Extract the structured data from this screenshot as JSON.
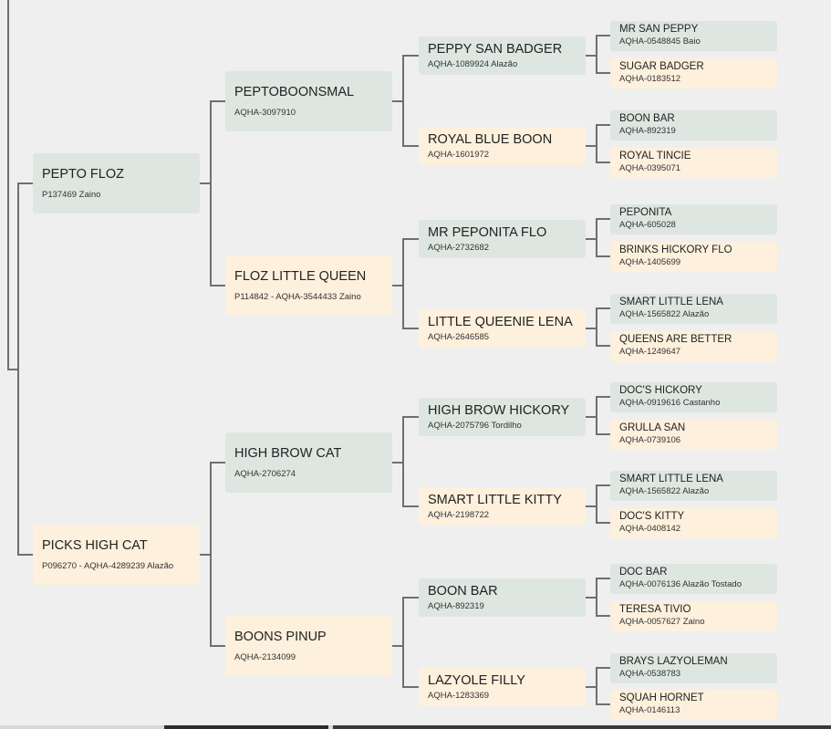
{
  "generations": [
    [
      {
        "name": "PEPTO FLOZ",
        "reg": "P137469 Zaino"
      },
      {
        "name": "PICKS HIGH CAT",
        "reg": "P096270 - AQHA-4289239 Alazão"
      }
    ],
    [
      {
        "name": "PEPTOBOONSMAL",
        "reg": "AQHA-3097910"
      },
      {
        "name": "FLOZ LITTLE QUEEN",
        "reg": "P114842 - AQHA-3544433 Zaino"
      },
      {
        "name": "HIGH BROW CAT",
        "reg": "AQHA-2706274"
      },
      {
        "name": "BOONS PINUP",
        "reg": "AQHA-2134099"
      }
    ],
    [
      {
        "name": "PEPPY SAN BADGER",
        "reg": "AQHA-1089924 Alazão"
      },
      {
        "name": "ROYAL BLUE BOON",
        "reg": "AQHA-1601972"
      },
      {
        "name": "MR PEPONITA FLO",
        "reg": "AQHA-2732682"
      },
      {
        "name": "LITTLE QUEENIE LENA",
        "reg": "AQHA-2646585"
      },
      {
        "name": "HIGH BROW HICKORY",
        "reg": "AQHA-2075796 Tordilho"
      },
      {
        "name": "SMART LITTLE KITTY",
        "reg": "AQHA-2198722"
      },
      {
        "name": "BOON BAR",
        "reg": "AQHA-892319"
      },
      {
        "name": "LAZYOLE FILLY",
        "reg": "AQHA-1283369"
      }
    ],
    [
      {
        "name": "MR SAN PEPPY",
        "reg": "AQHA-0548845 Baio"
      },
      {
        "name": "SUGAR BADGER",
        "reg": "AQHA-0183512"
      },
      {
        "name": "BOON BAR",
        "reg": "AQHA-892319"
      },
      {
        "name": "ROYAL TINCIE",
        "reg": "AQHA-0395071"
      },
      {
        "name": "PEPONITA",
        "reg": "AQHA-605028"
      },
      {
        "name": "BRINKS HICKORY FLO",
        "reg": "AQHA-1405699"
      },
      {
        "name": "SMART LITTLE LENA",
        "reg": "AQHA-1565822 Alazão"
      },
      {
        "name": "QUEENS ARE BETTER",
        "reg": "AQHA-1249647"
      },
      {
        "name": "DOC'S HICKORY",
        "reg": "AQHA-0919616 Castanho"
      },
      {
        "name": "GRULLA SAN",
        "reg": "AQHA-0739106"
      },
      {
        "name": "SMART LITTLE LENA",
        "reg": "AQHA-1565822 Alazão"
      },
      {
        "name": "DOC'S KITTY",
        "reg": "AQHA-0408142"
      },
      {
        "name": "DOC BAR",
        "reg": "AQHA-0076136 Alazão Tostado"
      },
      {
        "name": "TERESA TIVIO",
        "reg": "AQHA-0057627 Zaino"
      },
      {
        "name": "BRAYS LAZYOLEMAN",
        "reg": "AQHA-0538783"
      },
      {
        "name": "SQUAH HORNET",
        "reg": "AQHA-0146113"
      }
    ]
  ],
  "colors": {
    "sire_bg": "#dde6e0",
    "dam_bg": "#fdf0dc",
    "line": "#6f6f6f",
    "background": "#efefef"
  }
}
